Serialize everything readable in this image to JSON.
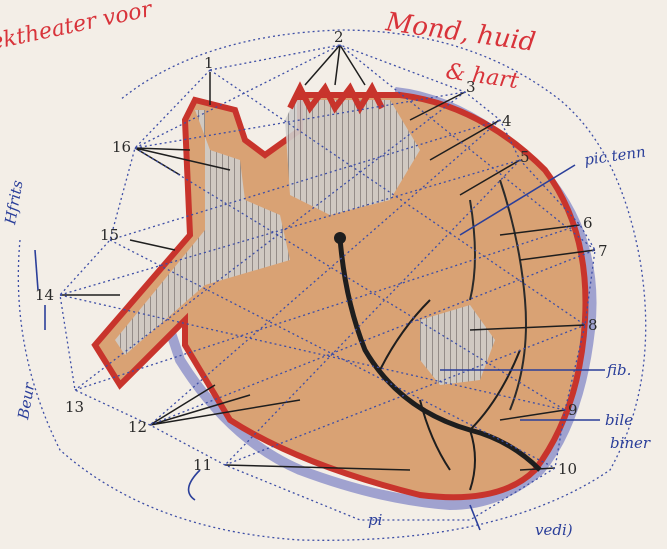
{
  "title_fragment": "ektheater voor",
  "red_note_line1": "Mond, huid",
  "red_note_line2": "& hart",
  "numbers": [
    "1",
    "2",
    "3",
    "4",
    "5",
    "6",
    "7",
    "8",
    "9",
    "10",
    "11",
    "12",
    "13",
    "14",
    "15",
    "16"
  ],
  "blue_notes": {
    "right_top": "pic tenn",
    "right_mid": "fib.",
    "right_low1": "bile",
    "right_low2": "biner",
    "bottom_right": "vedi)",
    "bottom_mid": "pi",
    "left_top": "Hfrits",
    "left_mid": "Beur"
  },
  "colors": {
    "paper": "#f3eee7",
    "wall_red": "#c8342c",
    "muscle": "#d9a274",
    "dotted_blue": "#3d4ea6",
    "ink": "#1e1e1e"
  }
}
